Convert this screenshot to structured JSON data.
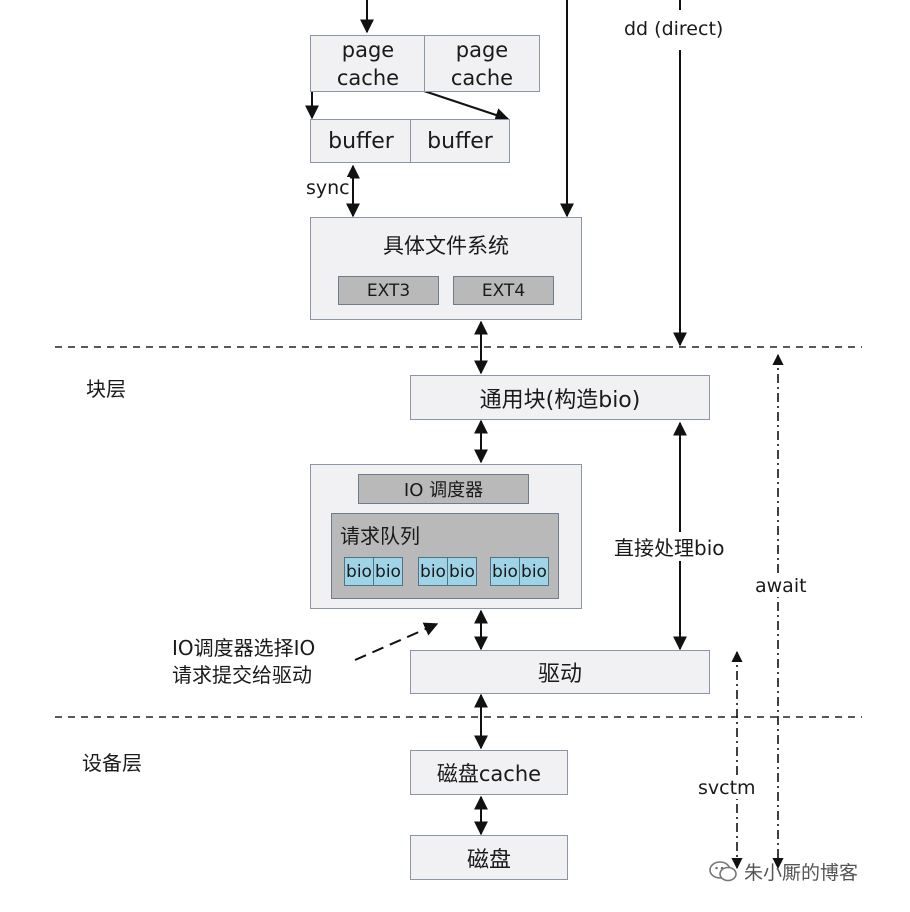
{
  "vfs": {
    "page_cache_1": "page\ncache",
    "page_cache_2": "page\ncache",
    "buffer_1": "buffer",
    "buffer_2": "buffer",
    "sync": "sync",
    "dd_direct": "dd (direct)"
  },
  "filesystem": {
    "title": "具体文件系统",
    "ext3": "EXT3",
    "ext4": "EXT4"
  },
  "block_layer": {
    "label": "块层",
    "generic_block": "通用块(构造bio)",
    "io_scheduler": "IO 调度器",
    "request_queue": "请求队列",
    "bio": "bio",
    "direct_bio": "直接处理bio",
    "scheduler_note_1": "IO调度器选择IO",
    "scheduler_note_2": "请求提交给驱动",
    "driver": "驱动",
    "await": "await"
  },
  "device_layer": {
    "label": "设备层",
    "disk_cache": "磁盘cache",
    "disk": "磁盘",
    "svctm": "svctm"
  },
  "watermark": "朱小厮的博客"
}
